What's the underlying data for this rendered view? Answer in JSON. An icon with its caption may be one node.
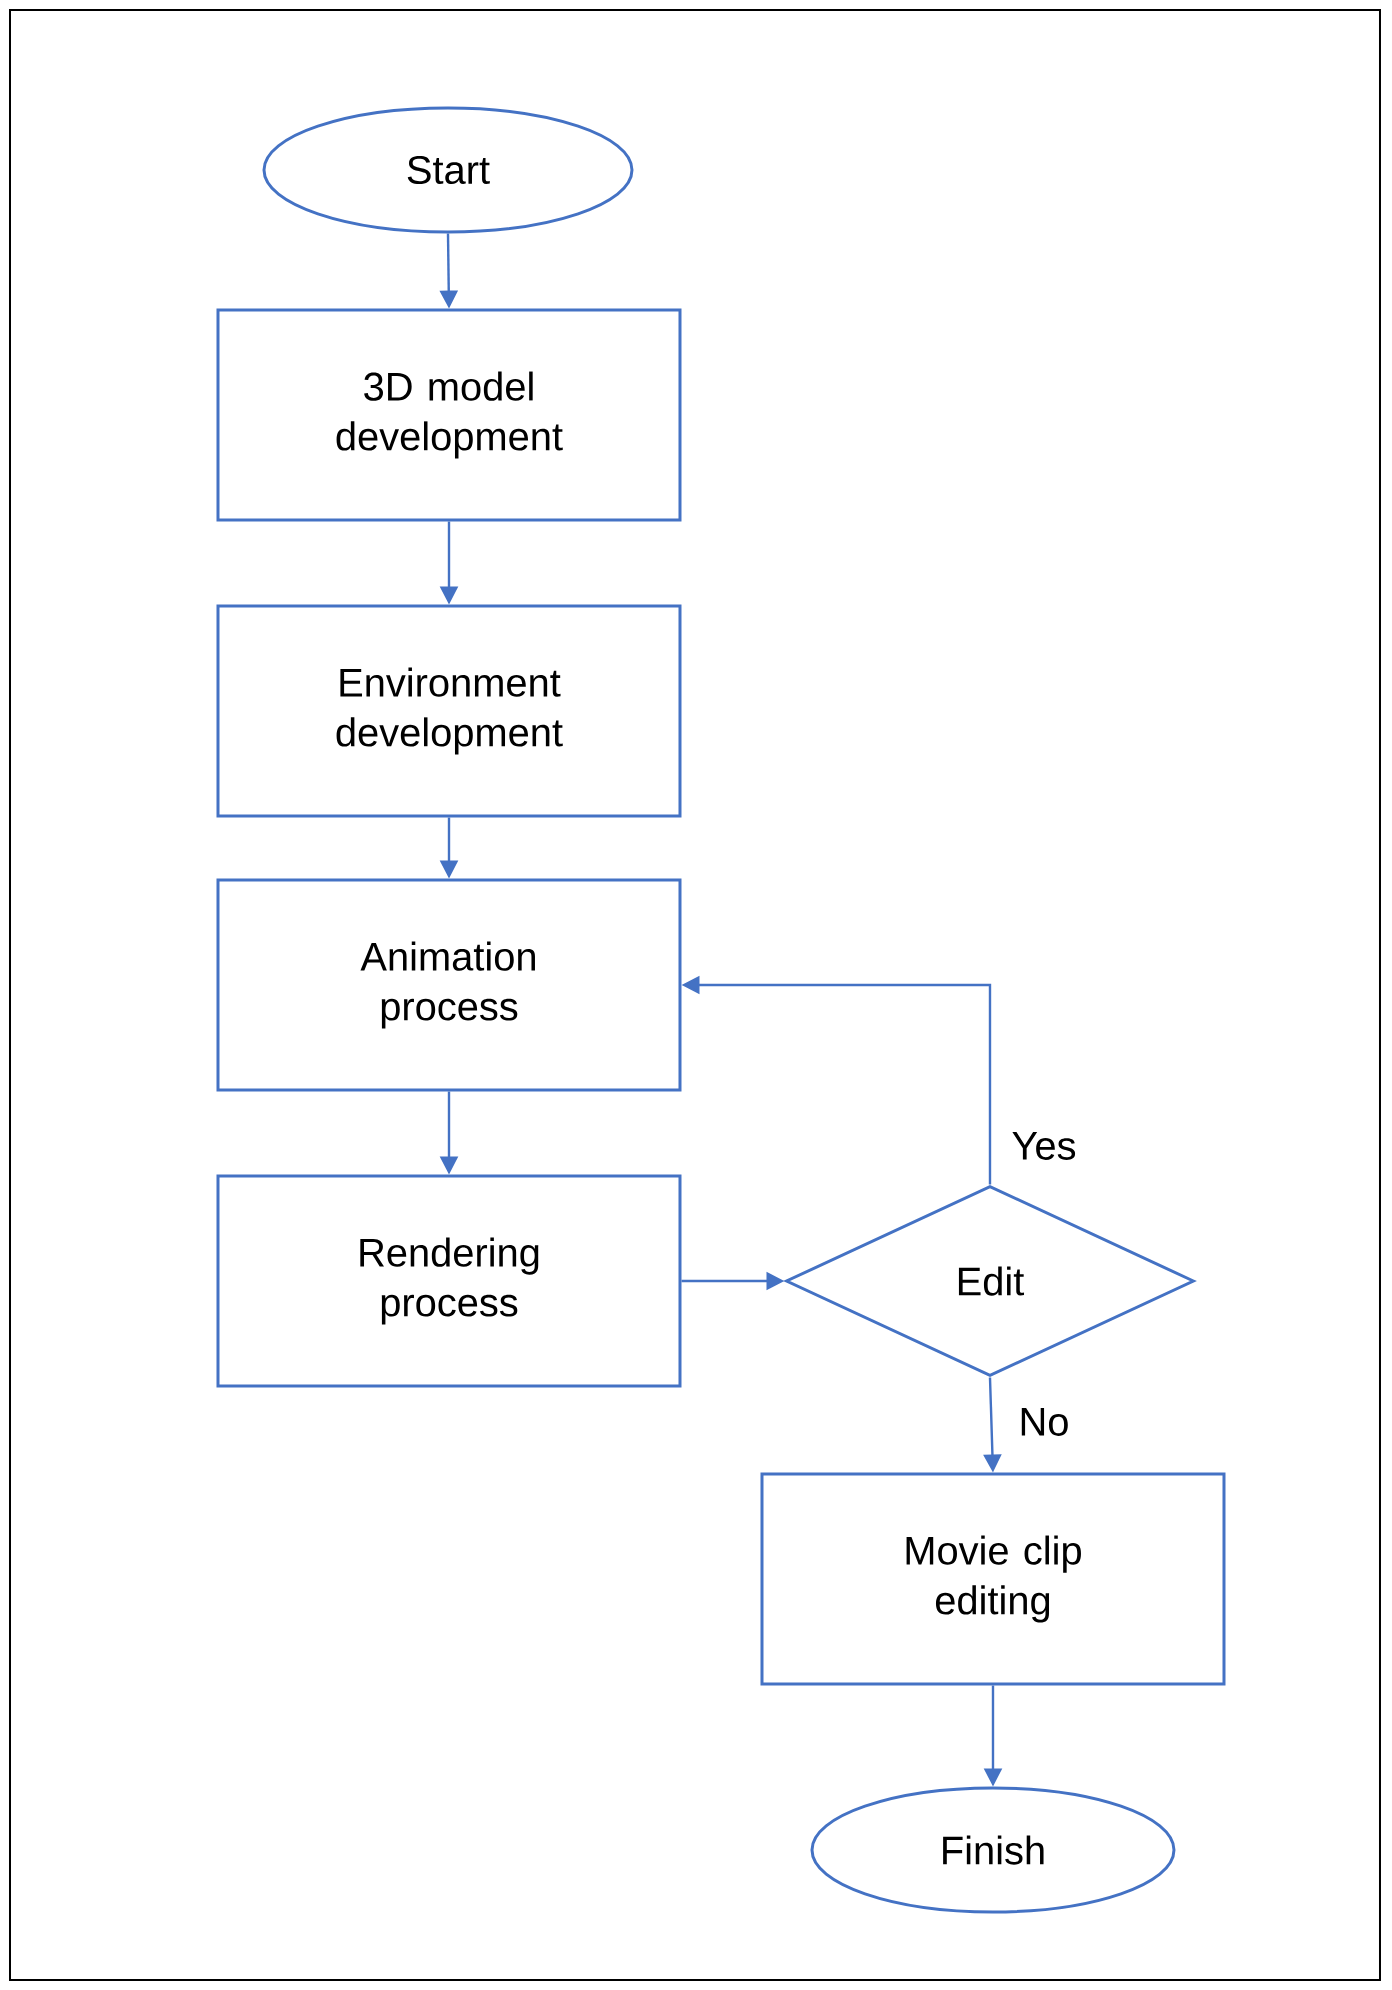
{
  "diagram": {
    "nodes": [
      {
        "text": [
          "Start"
        ]
      },
      {
        "text": [
          "3D model development"
        ]
      },
      {
        "text": [
          "Environment development"
        ]
      },
      {
        "text": [
          "Animation process"
        ]
      },
      {
        "text": [
          "Rendering process"
        ]
      },
      {
        "text": [
          "Edit"
        ]
      },
      {
        "text": [
          "Movie clip editing"
        ]
      },
      {
        "text": [
          "Finish"
        ]
      }
    ],
    "edges": [
      {
        "from": 0,
        "to": 1,
        "arrow": "to"
      },
      {
        "from": 1,
        "to": 2,
        "arrow": "to"
      },
      {
        "from": 2,
        "to": 3,
        "arrow": "to"
      },
      {
        "from": 3,
        "to": 4,
        "arrow": "to"
      },
      {
        "from": 4,
        "to": 5,
        "arrow": "to"
      },
      {
        "from": 5,
        "to": 3,
        "arrow": "to",
        "label": "Yes"
      },
      {
        "from": 5,
        "to": 6,
        "arrow": "to",
        "label": "No"
      },
      {
        "from": 6,
        "to": 7,
        "arrow": "to"
      }
    ]
  }
}
